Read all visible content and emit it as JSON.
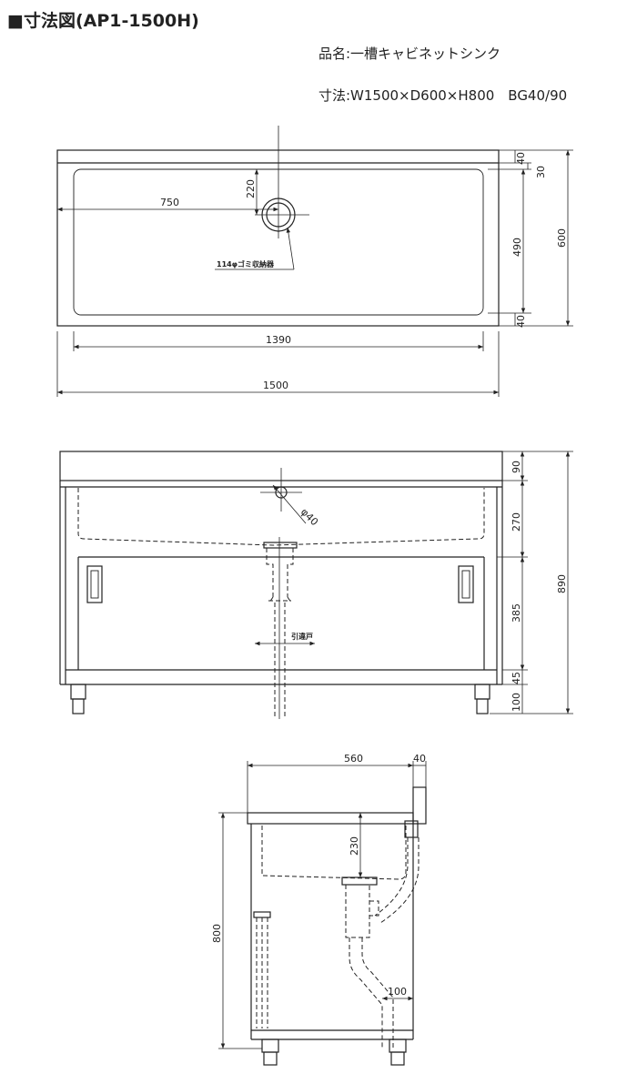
{
  "header": {
    "title": "■寸法図(AP1-1500H)",
    "product_name": "品名:一槽キャビネットシンク",
    "dimensions": "寸法:W1500×D600×H800　BG40/90"
  },
  "top_view": {
    "d750": "750",
    "d220": "220",
    "d1390": "1390",
    "d1500": "1500",
    "d40a": "40",
    "d30": "30",
    "d490": "490",
    "d40b": "40",
    "d600": "600",
    "drain_label": "114φゴミ収納器"
  },
  "front_view": {
    "d90": "90",
    "d270": "270",
    "d385": "385",
    "d45": "45",
    "d100": "100",
    "d890": "890",
    "phi40": "φ40",
    "door_label": "引違戸"
  },
  "side_view": {
    "d560": "560",
    "d40": "40",
    "d230": "230",
    "d800": "800",
    "d100": "100"
  }
}
